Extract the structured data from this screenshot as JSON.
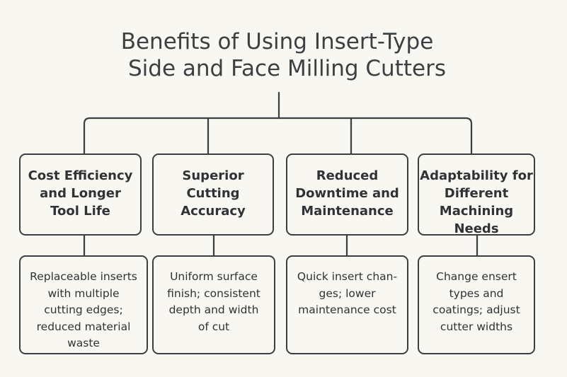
{
  "title": {
    "line1": "Benefits of Using Insert-Type",
    "line2": "Side and Face Milling Cutters"
  },
  "benefits": [
    {
      "heading": [
        "Cost Efficiency",
        "and Longer",
        "Tool Life"
      ],
      "details": [
        "Replaceable inserts",
        "with multiple",
        "cutting edges;",
        "reduced material",
        "waste"
      ]
    },
    {
      "heading": [
        "Superior",
        "Cutting",
        "Accuracy"
      ],
      "details": [
        "Uniform surface",
        "finish; consistent",
        "depth and width",
        "of cut"
      ]
    },
    {
      "heading": [
        "Reduced",
        "Downtime and",
        "Maintenance"
      ],
      "details": [
        "Quick insert chan-",
        "ges; lower",
        "maintenance cost"
      ]
    },
    {
      "heading": [
        "Adaptability for",
        "Different",
        "Machining",
        "Needs"
      ],
      "details": [
        "Change ensert",
        "types and",
        "coatings; adjust",
        "cutter widths"
      ]
    }
  ]
}
